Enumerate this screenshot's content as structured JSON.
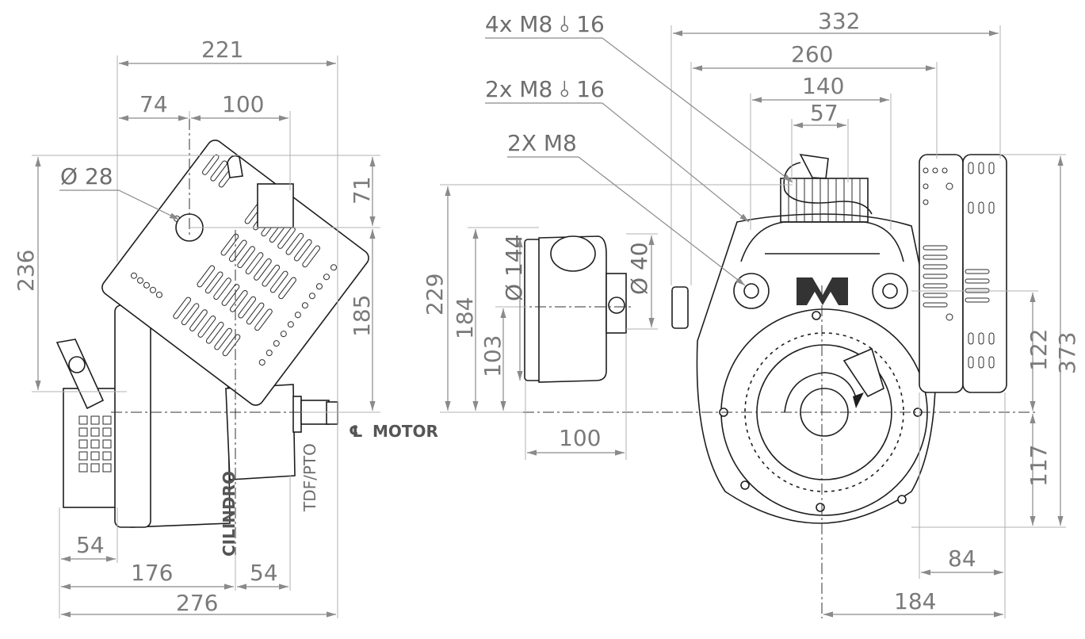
{
  "drawing": {
    "dimensions": {
      "d221": "221",
      "d74": "74",
      "d100_top": "100",
      "d236": "236",
      "d71": "71",
      "d185": "185",
      "d54_left": "54",
      "d176": "176",
      "d54_right": "54",
      "d276": "276",
      "d332": "332",
      "d260": "260",
      "d140": "140",
      "d57": "57",
      "d229": "229",
      "d184_v": "184",
      "d103": "103",
      "d100_bottom": "100",
      "d373": "373",
      "d122": "122",
      "d117": "117",
      "d84": "84",
      "d184_h": "184"
    },
    "callouts": {
      "dia28": "Ø 28",
      "dia144": "Ø 144",
      "dia40": "Ø 40",
      "holes4": "4x M8 ⫰ 16",
      "holes2": "2x M8 ⫰ 16",
      "m8": "2X M8"
    },
    "labels": {
      "motor_symbol": "℄",
      "motor": "MOTOR",
      "cilindro": "CILINDRO",
      "pto": "TDF/PTO"
    }
  }
}
